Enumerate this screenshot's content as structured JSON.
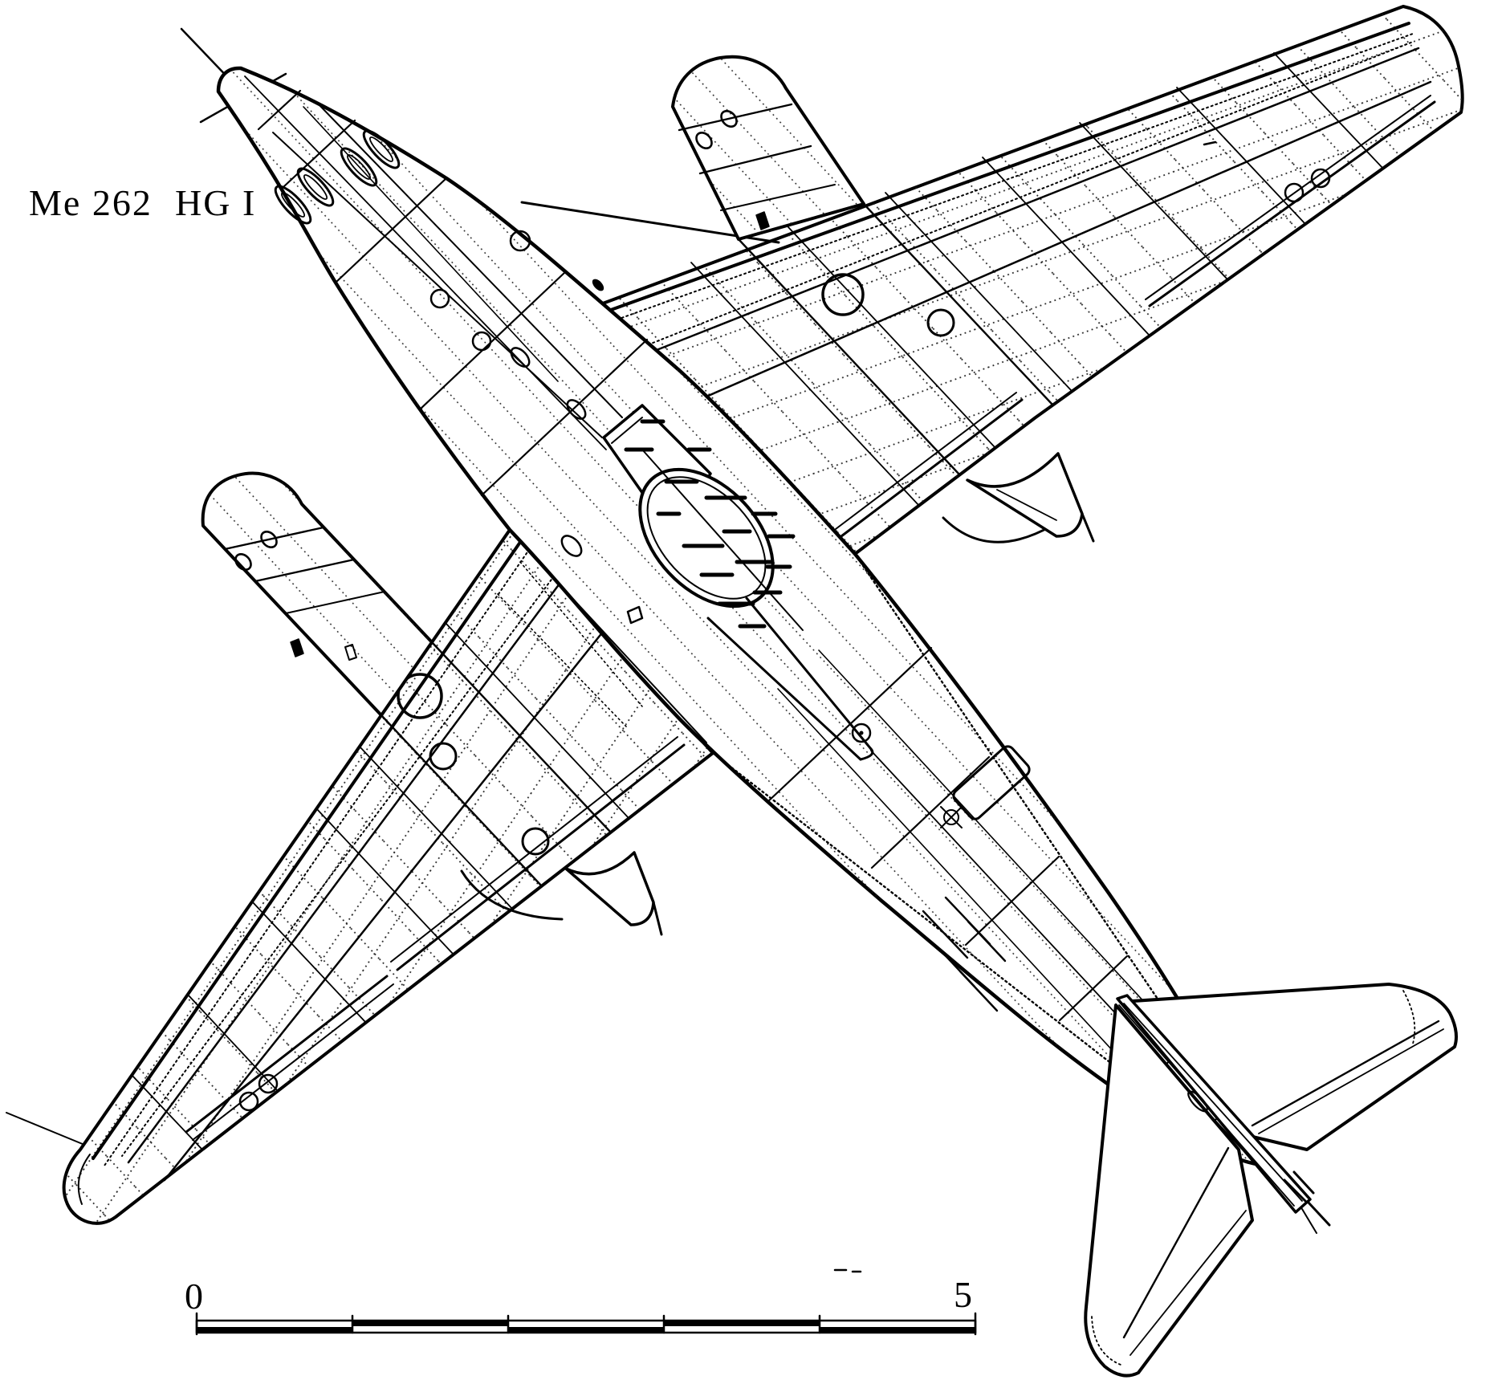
{
  "colors": {
    "background": "#ffffff",
    "ink": "#000000"
  },
  "title": {
    "model": "Me 262",
    "variant": "HG I"
  },
  "scale_bar": {
    "zero_label": "0",
    "five_label": "5",
    "segments": 5
  },
  "drawing_label": "Me 262 HG I"
}
